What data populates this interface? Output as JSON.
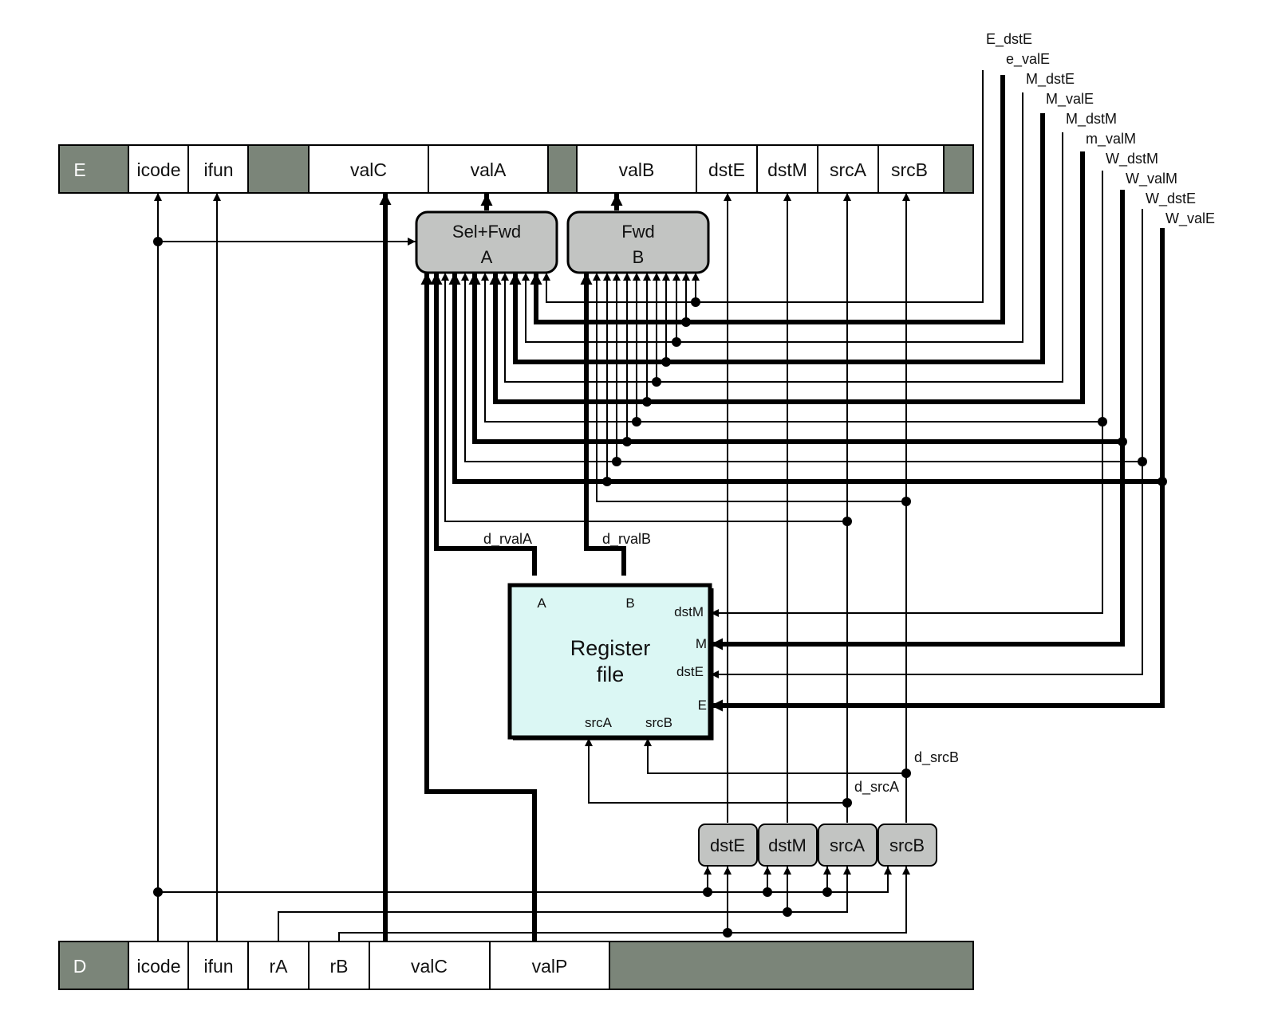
{
  "colors": {
    "pipe_reg": "#7b8579",
    "logic_block": "#c2c4c2",
    "register_file": "#dbf7f4",
    "wire": "#000000"
  },
  "e_register": {
    "name": "E",
    "fields": [
      "icode",
      "ifun",
      "valC",
      "valA",
      "valB",
      "dstE",
      "dstM",
      "srcA",
      "srcB"
    ]
  },
  "d_register": {
    "name": "D",
    "fields": [
      "icode",
      "ifun",
      "rA",
      "rB",
      "valC",
      "valP"
    ]
  },
  "sel_fwd_a": {
    "line1": "Sel+Fwd",
    "line2": "A"
  },
  "fwd_b": {
    "line1": "Fwd",
    "line2": "B"
  },
  "register_file": {
    "line1": "Register",
    "line2": "file",
    "ports": {
      "A": "A",
      "B": "B",
      "dstM": "dstM",
      "M": "M",
      "dstE": "dstE",
      "E": "E",
      "srcA": "srcA",
      "srcB": "srcB"
    }
  },
  "decode_boxes": [
    "dstE",
    "dstM",
    "srcA",
    "srcB"
  ],
  "signals": {
    "forward_inputs": [
      "E_dstE",
      "e_valE",
      "M_dstE",
      "M_valE",
      "M_dstM",
      "m_valM",
      "W_dstM",
      "W_valM",
      "W_dstE",
      "W_valE"
    ],
    "d_rvalA": "d_rvalA",
    "d_rvalB": "d_rvalB",
    "d_srcA": "d_srcA",
    "d_srcB": "d_srcB"
  }
}
